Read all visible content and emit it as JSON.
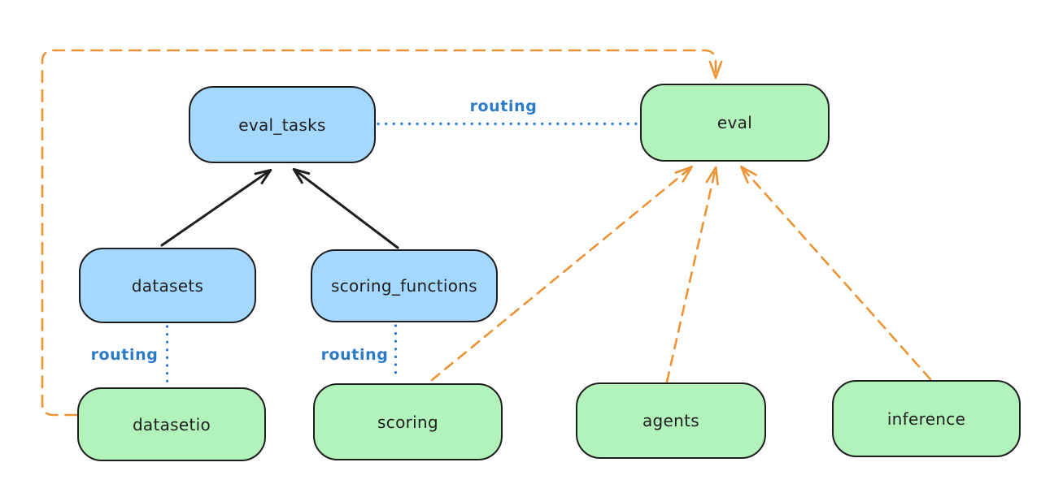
{
  "diagram": {
    "title": "",
    "colors": {
      "blue_fill": "#a5d8ff",
      "green_fill": "#b2f2bb",
      "stroke": "#1e1e1e",
      "orange": "#ec9335",
      "routing_blue": "#2b7bc9",
      "bg": "#ffffff"
    },
    "nodes": {
      "eval_tasks": {
        "label": "eval_tasks",
        "color": "blue"
      },
      "eval": {
        "label": "eval",
        "color": "green"
      },
      "datasets": {
        "label": "datasets",
        "color": "blue"
      },
      "scoring_functions": {
        "label": "scoring_functions",
        "color": "blue"
      },
      "datasetio": {
        "label": "datasetio",
        "color": "green"
      },
      "scoring": {
        "label": "scoring",
        "color": "green"
      },
      "agents": {
        "label": "agents",
        "color": "green"
      },
      "inference": {
        "label": "inference",
        "color": "green"
      }
    },
    "edges": [
      {
        "from": "datasets",
        "to": "eval_tasks",
        "style": "solid",
        "color": "black",
        "arrow": true,
        "label": ""
      },
      {
        "from": "scoring_functions",
        "to": "eval_tasks",
        "style": "solid",
        "color": "black",
        "arrow": true,
        "label": ""
      },
      {
        "from": "eval_tasks",
        "to": "eval",
        "style": "dotted",
        "color": "blue",
        "arrow": false,
        "label": "routing"
      },
      {
        "from": "datasets",
        "to": "datasetio",
        "style": "dotted",
        "color": "blue",
        "arrow": false,
        "label": "routing"
      },
      {
        "from": "scoring_functions",
        "to": "scoring",
        "style": "dotted",
        "color": "blue",
        "arrow": false,
        "label": "routing"
      },
      {
        "from": "datasetio",
        "to": "eval",
        "style": "dashed",
        "color": "orange",
        "arrow": true,
        "label": ""
      },
      {
        "from": "scoring",
        "to": "eval",
        "style": "dashed",
        "color": "orange",
        "arrow": true,
        "label": ""
      },
      {
        "from": "agents",
        "to": "eval",
        "style": "dashed",
        "color": "orange",
        "arrow": true,
        "label": ""
      },
      {
        "from": "inference",
        "to": "eval",
        "style": "dashed",
        "color": "orange",
        "arrow": true,
        "label": ""
      }
    ]
  }
}
